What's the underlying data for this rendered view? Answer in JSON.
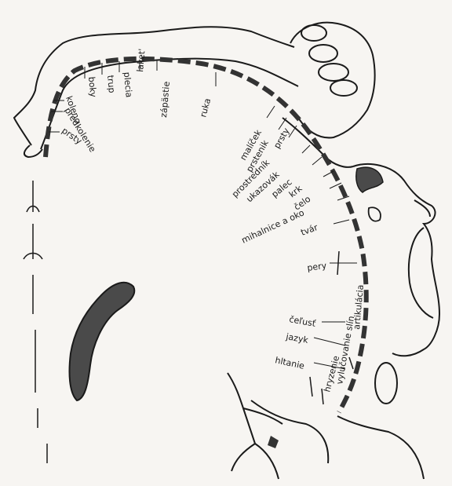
{
  "colors": {
    "ink": "#1a1a1a",
    "fill": "#4a4a4a",
    "paper": "#f7f5f2"
  },
  "labels": {
    "koleno": "koleno",
    "predkolenie": "predkolenie",
    "prsty_foot": "prsty",
    "boky": "boky",
    "trup": "trup",
    "plecia": "plecia",
    "laket": "laket'",
    "zapastie": "zápästie",
    "ruka": "ruka",
    "malicek": "malíček",
    "prstenik": "prstenik",
    "prsty_hand": "prsty",
    "prostrednik": "prostredník",
    "ukazovak": "ukazovák",
    "palec": "palec",
    "krk": "krk",
    "celo": "čelo",
    "mihalnice": "mihalnice a oko",
    "tvar": "tvár",
    "pery": "pery",
    "artikulacia": "artikulácia",
    "vylucovanie": "vylučovanie slín",
    "celust": "čeľusť",
    "jazyk": "jazyk",
    "hryzenie": "hryzenie",
    "hltanie": "hltanie"
  }
}
